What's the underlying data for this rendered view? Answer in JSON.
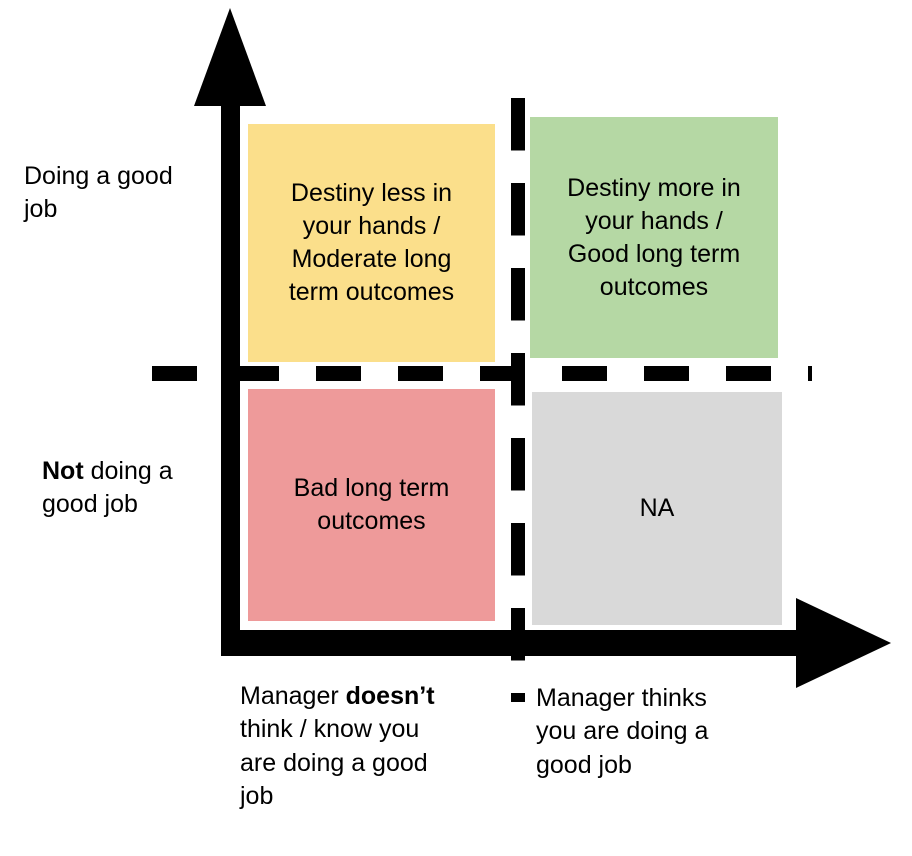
{
  "diagram": {
    "type": "2x2-matrix",
    "title": "",
    "axes": {
      "y": {
        "name": "self-performance",
        "arrow": "up",
        "labels": [
          {
            "id": "doing-good-job",
            "text": "Doing a good\njob",
            "bold_prefix": ""
          },
          {
            "id": "not-doing-good-job",
            "text": " doing a\ngood job",
            "bold_prefix": "Not"
          }
        ]
      },
      "x": {
        "name": "manager-perception",
        "arrow": "right",
        "labels": [
          {
            "id": "manager-doesnt-know",
            "text_before": "Manager ",
            "bold_part": "doesn’t",
            "text_after": "\nthink / know you\nare doing a good\njob"
          },
          {
            "id": "manager-thinks-good",
            "text_before": "",
            "bold_part": "",
            "text_after": "Manager thinks\nyou are doing a\ngood job"
          }
        ]
      }
    },
    "quadrants": [
      {
        "id": "top-left",
        "position": "high-performance / manager-unaware",
        "label": "Destiny less in\nyour hands /\nModerate long\nterm outcomes",
        "color": "#FBDF8B",
        "color_name": "yellow"
      },
      {
        "id": "top-right",
        "position": "high-performance / manager-aware",
        "label": "Destiny more in\nyour hands /\nGood long term\noutcomes",
        "color": "#B5D8A4",
        "color_name": "green"
      },
      {
        "id": "bottom-left",
        "position": "low-performance / manager-unaware",
        "label": "Bad long term\noutcomes",
        "color": "#EE9A9A",
        "color_name": "red"
      },
      {
        "id": "bottom-right",
        "position": "low-performance / manager-aware",
        "label": "NA",
        "color": "#D9D9D9",
        "color_name": "gray"
      }
    ]
  }
}
